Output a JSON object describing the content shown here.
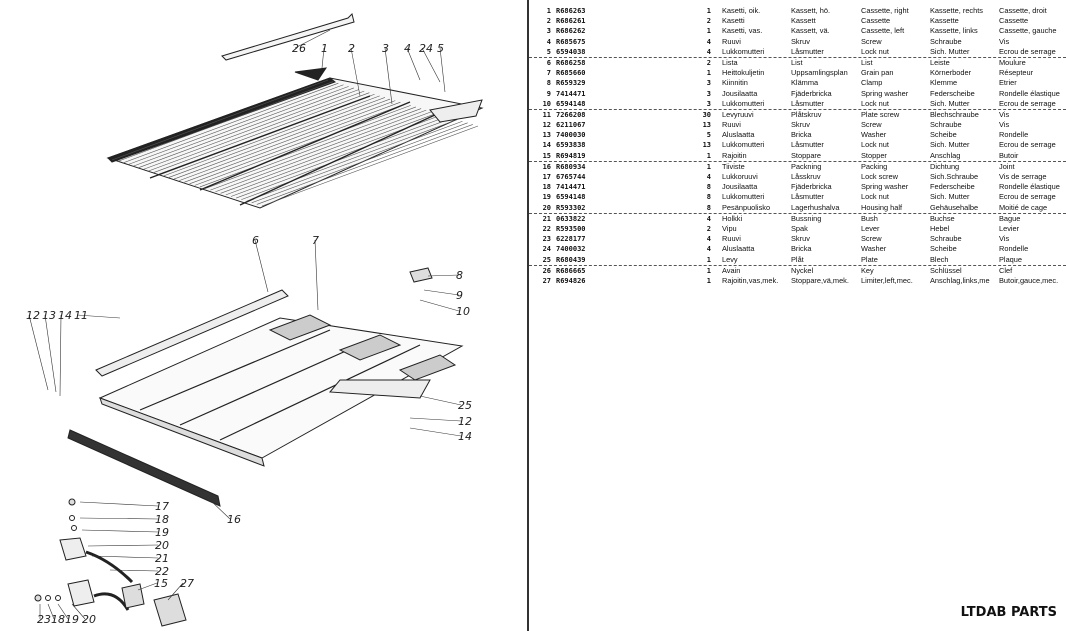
{
  "diagram": {
    "callouts": [
      "26",
      "1",
      "2",
      "3",
      "4",
      "24",
      "5",
      "6",
      "7",
      "8",
      "9",
      "10",
      "12",
      "13",
      "14",
      "11",
      "25",
      "12",
      "14",
      "16",
      "17",
      "18",
      "19",
      "20",
      "21",
      "22",
      "15",
      "27",
      "23",
      "18",
      "19",
      "20"
    ]
  },
  "parts": [
    {
      "no": "1",
      "code": "R686263",
      "qty": "1",
      "fi": "Kasetti, oik.",
      "sv": "Kassett, hö.",
      "en": "Cassette, right",
      "de": "Kassette, rechts",
      "fr": "Cassette, droit"
    },
    {
      "no": "2",
      "code": "R686261",
      "qty": "2",
      "fi": "Kasetti",
      "sv": "Kassett",
      "en": "Cassette",
      "de": "Kassette",
      "fr": "Cassette"
    },
    {
      "no": "3",
      "code": "R686262",
      "qty": "1",
      "fi": "Kasetti, vas.",
      "sv": "Kassett, vä.",
      "en": "Cassette, left",
      "de": "Kassette, links",
      "fr": "Cassette, gauche"
    },
    {
      "no": "4",
      "code": "R685675",
      "qty": "4",
      "fi": "Ruuvi",
      "sv": "Skruv",
      "en": "Screw",
      "de": "Schraube",
      "fr": "Vis"
    },
    {
      "no": "5",
      "code": "6594038",
      "qty": "4",
      "fi": "Lukkomutteri",
      "sv": "Låsmutter",
      "en": "Lock nut",
      "de": "Sich. Mutter",
      "fr": "Ecrou de serrage"
    },
    {
      "no": "6",
      "code": "R686258",
      "qty": "2",
      "fi": "Lista",
      "sv": "List",
      "en": "List",
      "de": "Leiste",
      "fr": "Moulure"
    },
    {
      "no": "7",
      "code": "R685660",
      "qty": "1",
      "fi": "Heittokuljetin",
      "sv": "Uppsamlingsplan",
      "en": "Grain pan",
      "de": "Körnerboder",
      "fr": "Résepteur"
    },
    {
      "no": "8",
      "code": "R659329",
      "qty": "3",
      "fi": "Kiinnitin",
      "sv": "Klämma",
      "en": "Clamp",
      "de": "Klemme",
      "fr": "Etrier"
    },
    {
      "no": "9",
      "code": "7414471",
      "qty": "3",
      "fi": "Jousilaatta",
      "sv": "Fjäderbricka",
      "en": "Spring washer",
      "de": "Federscheibe",
      "fr": "Rondelle élastique"
    },
    {
      "no": "10",
      "code": "6594148",
      "qty": "3",
      "fi": "Lukkomutteri",
      "sv": "Låsmutter",
      "en": "Lock nut",
      "de": "Sich. Mutter",
      "fr": "Ecrou de serrage"
    },
    {
      "no": "11",
      "code": "7266208",
      "qty": "30",
      "fi": "Levyruuvi",
      "sv": "Plåtskruv",
      "en": "Plate screw",
      "de": "Blechschraube",
      "fr": "Vis"
    },
    {
      "no": "12",
      "code": "6211067",
      "qty": "13",
      "fi": "Ruuvi",
      "sv": "Skruv",
      "en": "Screw",
      "de": "Schraube",
      "fr": "Vis"
    },
    {
      "no": "13",
      "code": "7400030",
      "qty": "5",
      "fi": "Aluslaatta",
      "sv": "Bricka",
      "en": "Washer",
      "de": "Scheibe",
      "fr": "Rondelle"
    },
    {
      "no": "14",
      "code": "6593838",
      "qty": "13",
      "fi": "Lukkomutteri",
      "sv": "Låsmutter",
      "en": "Lock nut",
      "de": "Sich. Mutter",
      "fr": "Ecrou de serrage"
    },
    {
      "no": "15",
      "code": "R694819",
      "qty": "1",
      "fi": "Rajoitin",
      "sv": "Stoppare",
      "en": "Stopper",
      "de": "Anschlag",
      "fr": "Butoir"
    },
    {
      "no": "16",
      "code": "R680934",
      "qty": "1",
      "fi": "Tiiviste",
      "sv": "Packning",
      "en": "Packing",
      "de": "Dichtung",
      "fr": "Joint"
    },
    {
      "no": "17",
      "code": "6765744",
      "qty": "4",
      "fi": "Lukkoruuvi",
      "sv": "Låsskruv",
      "en": "Lock screw",
      "de": "Sich.Schraube",
      "fr": "Vis de serrage"
    },
    {
      "no": "18",
      "code": "7414471",
      "qty": "8",
      "fi": "Jousilaatta",
      "sv": "Fjäderbricka",
      "en": "Spring washer",
      "de": "Federscheibe",
      "fr": "Rondelle élastique"
    },
    {
      "no": "19",
      "code": "6594148",
      "qty": "8",
      "fi": "Lukkomutteri",
      "sv": "Låsmutter",
      "en": "Lock nut",
      "de": "Sich. Mutter",
      "fr": "Ecrou de serrage"
    },
    {
      "no": "20",
      "code": "R593302",
      "qty": "8",
      "fi": "Pesänpuolisko",
      "sv": "Lagerhushalva",
      "en": "Housing half",
      "de": "Gehäusehalbe",
      "fr": "Moitié de cage"
    },
    {
      "no": "21",
      "code": "0633822",
      "qty": "4",
      "fi": "Holkki",
      "sv": "Bussning",
      "en": "Bush",
      "de": "Buchse",
      "fr": "Bague"
    },
    {
      "no": "22",
      "code": "R593500",
      "qty": "2",
      "fi": "Vipu",
      "sv": "Spak",
      "en": "Lever",
      "de": "Hebel",
      "fr": "Levier"
    },
    {
      "no": "23",
      "code": "6228177",
      "qty": "4",
      "fi": "Ruuvi",
      "sv": "Skruv",
      "en": "Screw",
      "de": "Schraube",
      "fr": "Vis"
    },
    {
      "no": "24",
      "code": "7400032",
      "qty": "4",
      "fi": "Aluslaatta",
      "sv": "Bricka",
      "en": "Washer",
      "de": "Scheibe",
      "fr": "Rondelle"
    },
    {
      "no": "25",
      "code": "R680439",
      "qty": "1",
      "fi": "Levy",
      "sv": "Plåt",
      "en": "Plate",
      "de": "Blech",
      "fr": "Plaque"
    },
    {
      "no": "26",
      "code": "R686665",
      "qty": "1",
      "fi": "Avain",
      "sv": "Nyckel",
      "en": "Key",
      "de": "Schlüssel",
      "fr": "Clef"
    },
    {
      "no": "27",
      "code": "R694826",
      "qty": "1",
      "fi": "Rajoitin,vas,mek.",
      "sv": "Stoppare,vä,mek.",
      "en": "Limiter,left,mec.",
      "de": "Anschlag,links,me",
      "fr": "Butoir,gauce,mec."
    }
  ],
  "brand": "LTDAB PARTS"
}
